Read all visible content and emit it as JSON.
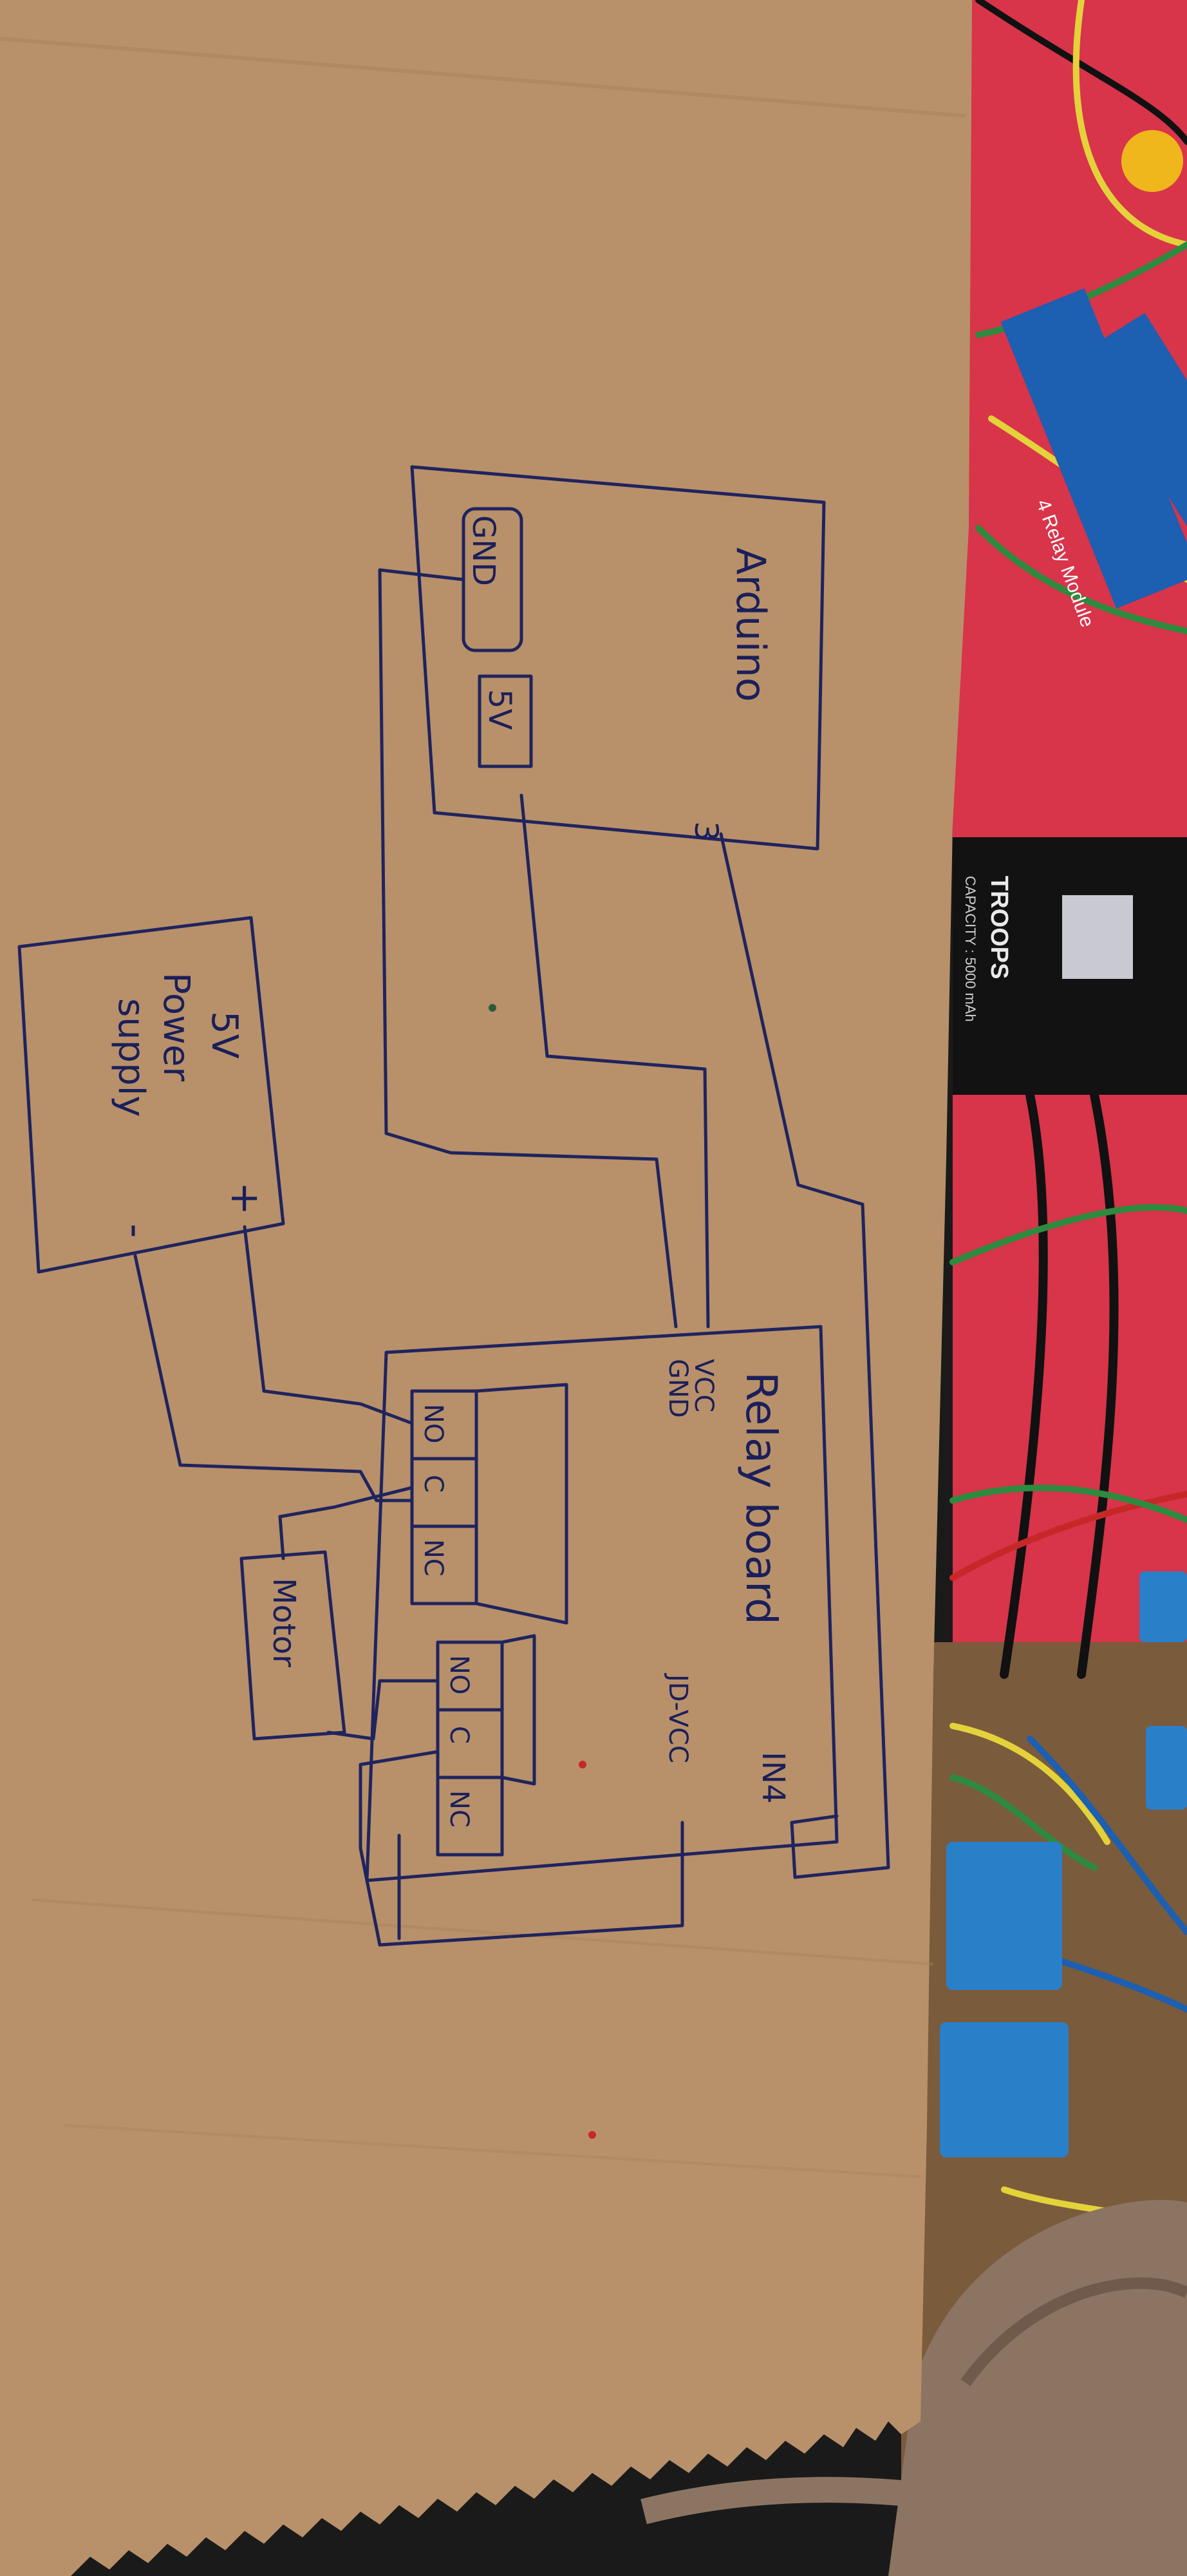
{
  "diagram": {
    "arduino": {
      "title": "Arduino",
      "gnd": "GND",
      "v5": "5V",
      "pin3": "3"
    },
    "power_supply": {
      "line1": "5V",
      "line2": "Power",
      "line3": "supply",
      "plus": "+",
      "minus": "-"
    },
    "relay_board": {
      "title": "Relay board",
      "in4": "IN4",
      "vcc": "VCC",
      "gnd": "GND",
      "jd_vcc": "JD-VCC",
      "no1": "NO",
      "c1": "C",
      "nc1": "NC",
      "no2": "NO",
      "c2": "C",
      "nc2": "NC"
    },
    "motor": {
      "label": "Motor"
    }
  },
  "background_props": {
    "relay_module_label": "4 Relay Module",
    "powerbank_brand": "TROOPS",
    "powerbank_capacity": "CAPACITY : 5000 mAh"
  },
  "colors": {
    "paper": "#b8916a",
    "ink": "#20245e",
    "cloth": "#d8344a",
    "wire_yellow": "#e4d23a",
    "wire_green": "#2e8a3e",
    "wire_red": "#c62828",
    "relay_blue": "#1d5fb0",
    "capacitor_blue": "#2a7fc9",
    "bag": "#8c7463"
  }
}
